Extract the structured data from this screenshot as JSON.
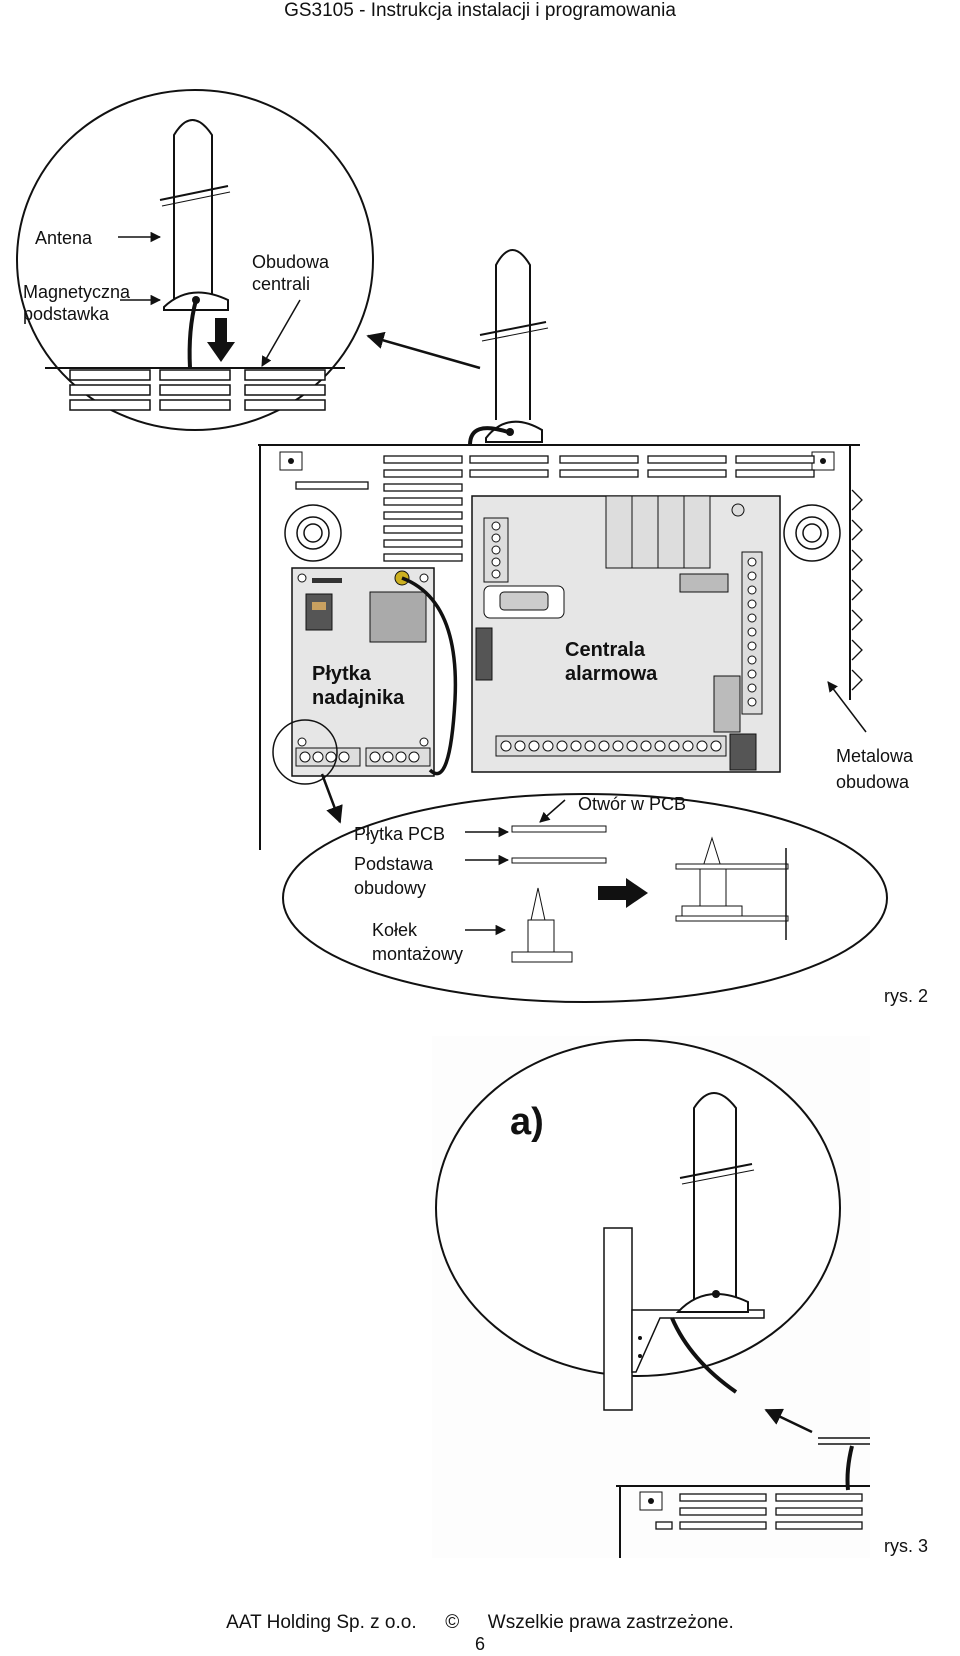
{
  "header": {
    "title": "GS3105 - Instrukcja instalacji i programowania"
  },
  "figure2": {
    "labels": {
      "antenna": "Antena",
      "magnetic_base_1": "Magnetyczna",
      "magnetic_base_2": "podstawka",
      "housing_1": "Obudowa",
      "housing_2": "centrali",
      "transmitter_1": "Płytka",
      "transmitter_2": "nadajnika",
      "alarm_panel_1": "Centrala",
      "alarm_panel_2": "alarmowa",
      "metal_1": "Metalowa",
      "metal_2": "obudowa",
      "pcb_hole": "Otwór w PCB",
      "pcb_board": "Płytka PCB",
      "base_1": "Podstawa",
      "base_2": "obudowy",
      "pin_1": "Kołek",
      "pin_2": "montażowy"
    },
    "caption": "rys. 2"
  },
  "figure3": {
    "panel_letter": "a)",
    "caption": "rys. 3"
  },
  "footer": {
    "company": "AAT Holding Sp. z o.o.",
    "copyright_symbol": "©",
    "rights": "Wszelkie prawa zastrzeżone.",
    "page_number": "6"
  }
}
